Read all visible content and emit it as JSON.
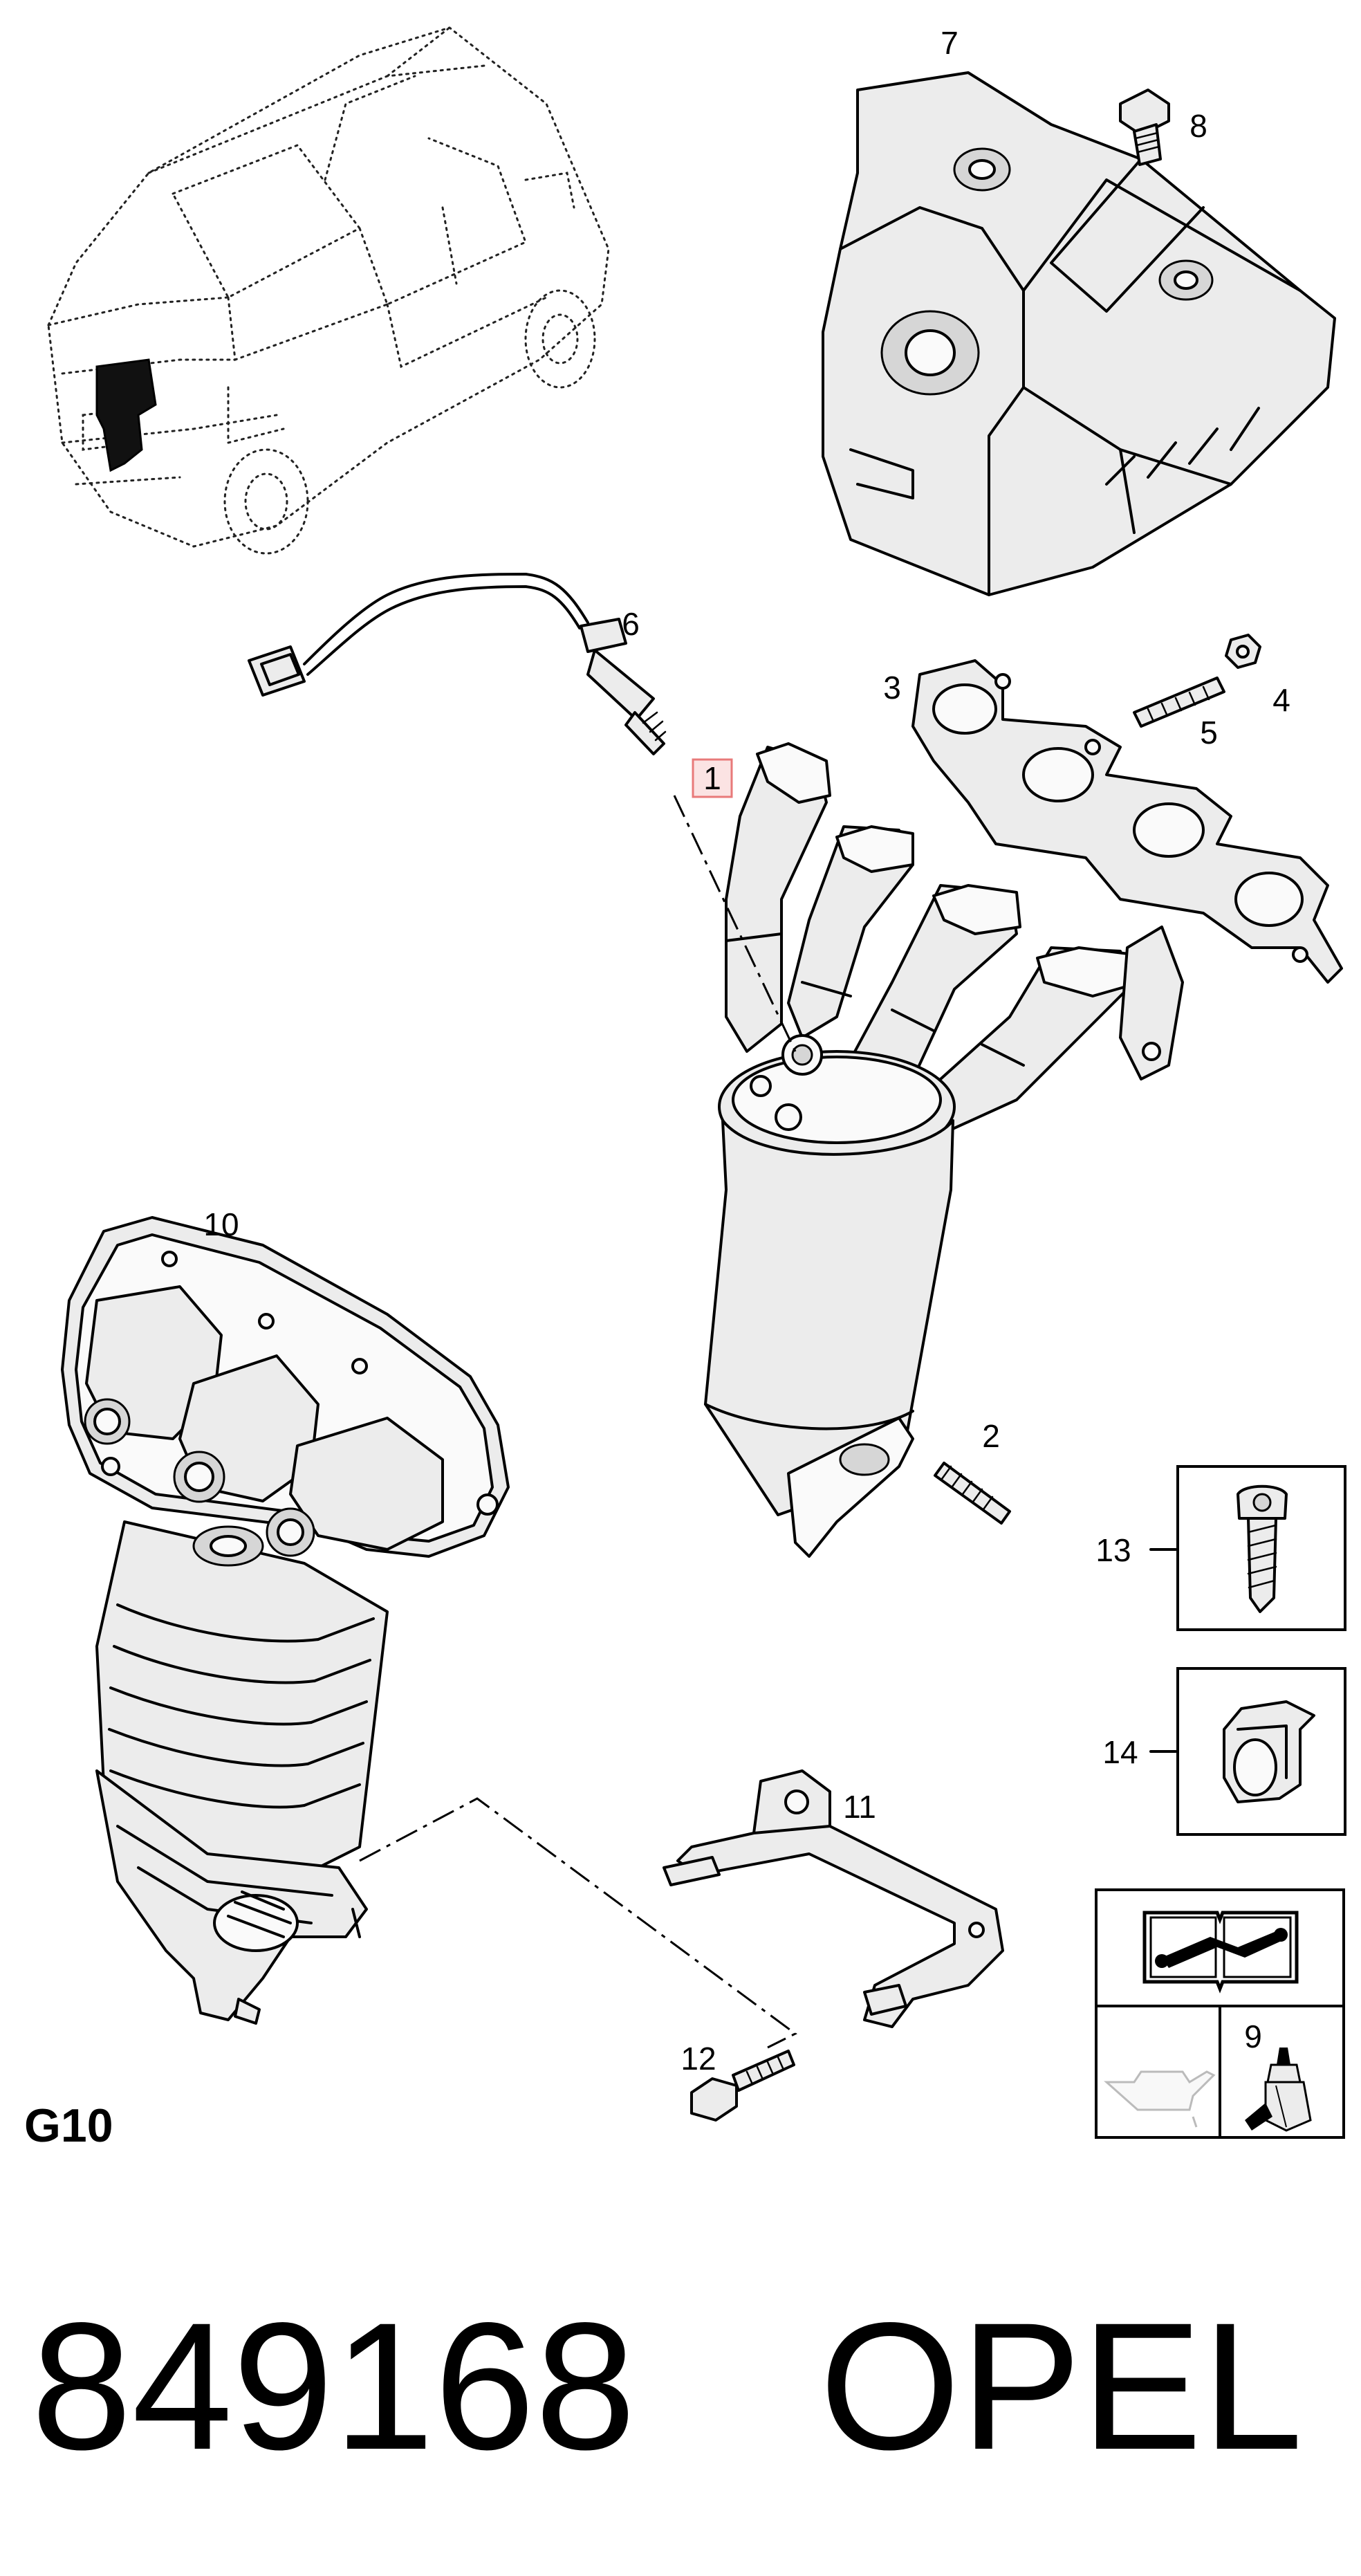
{
  "callouts": {
    "c1": "1",
    "c2": "2",
    "c3": "3",
    "c4": "4",
    "c5": "5",
    "c6": "6",
    "c7": "7",
    "c8": "8",
    "c9": "9",
    "c10": "10",
    "c11": "11",
    "c12": "12",
    "c13": "13",
    "c14": "14"
  },
  "section_code": "G10",
  "footer": {
    "part_number": "849168",
    "brand": "OPEL"
  },
  "colors": {
    "highlight_box": "#e87a7a",
    "highlight_fill": "#fbe3e3",
    "part_fill": "#ececec"
  }
}
